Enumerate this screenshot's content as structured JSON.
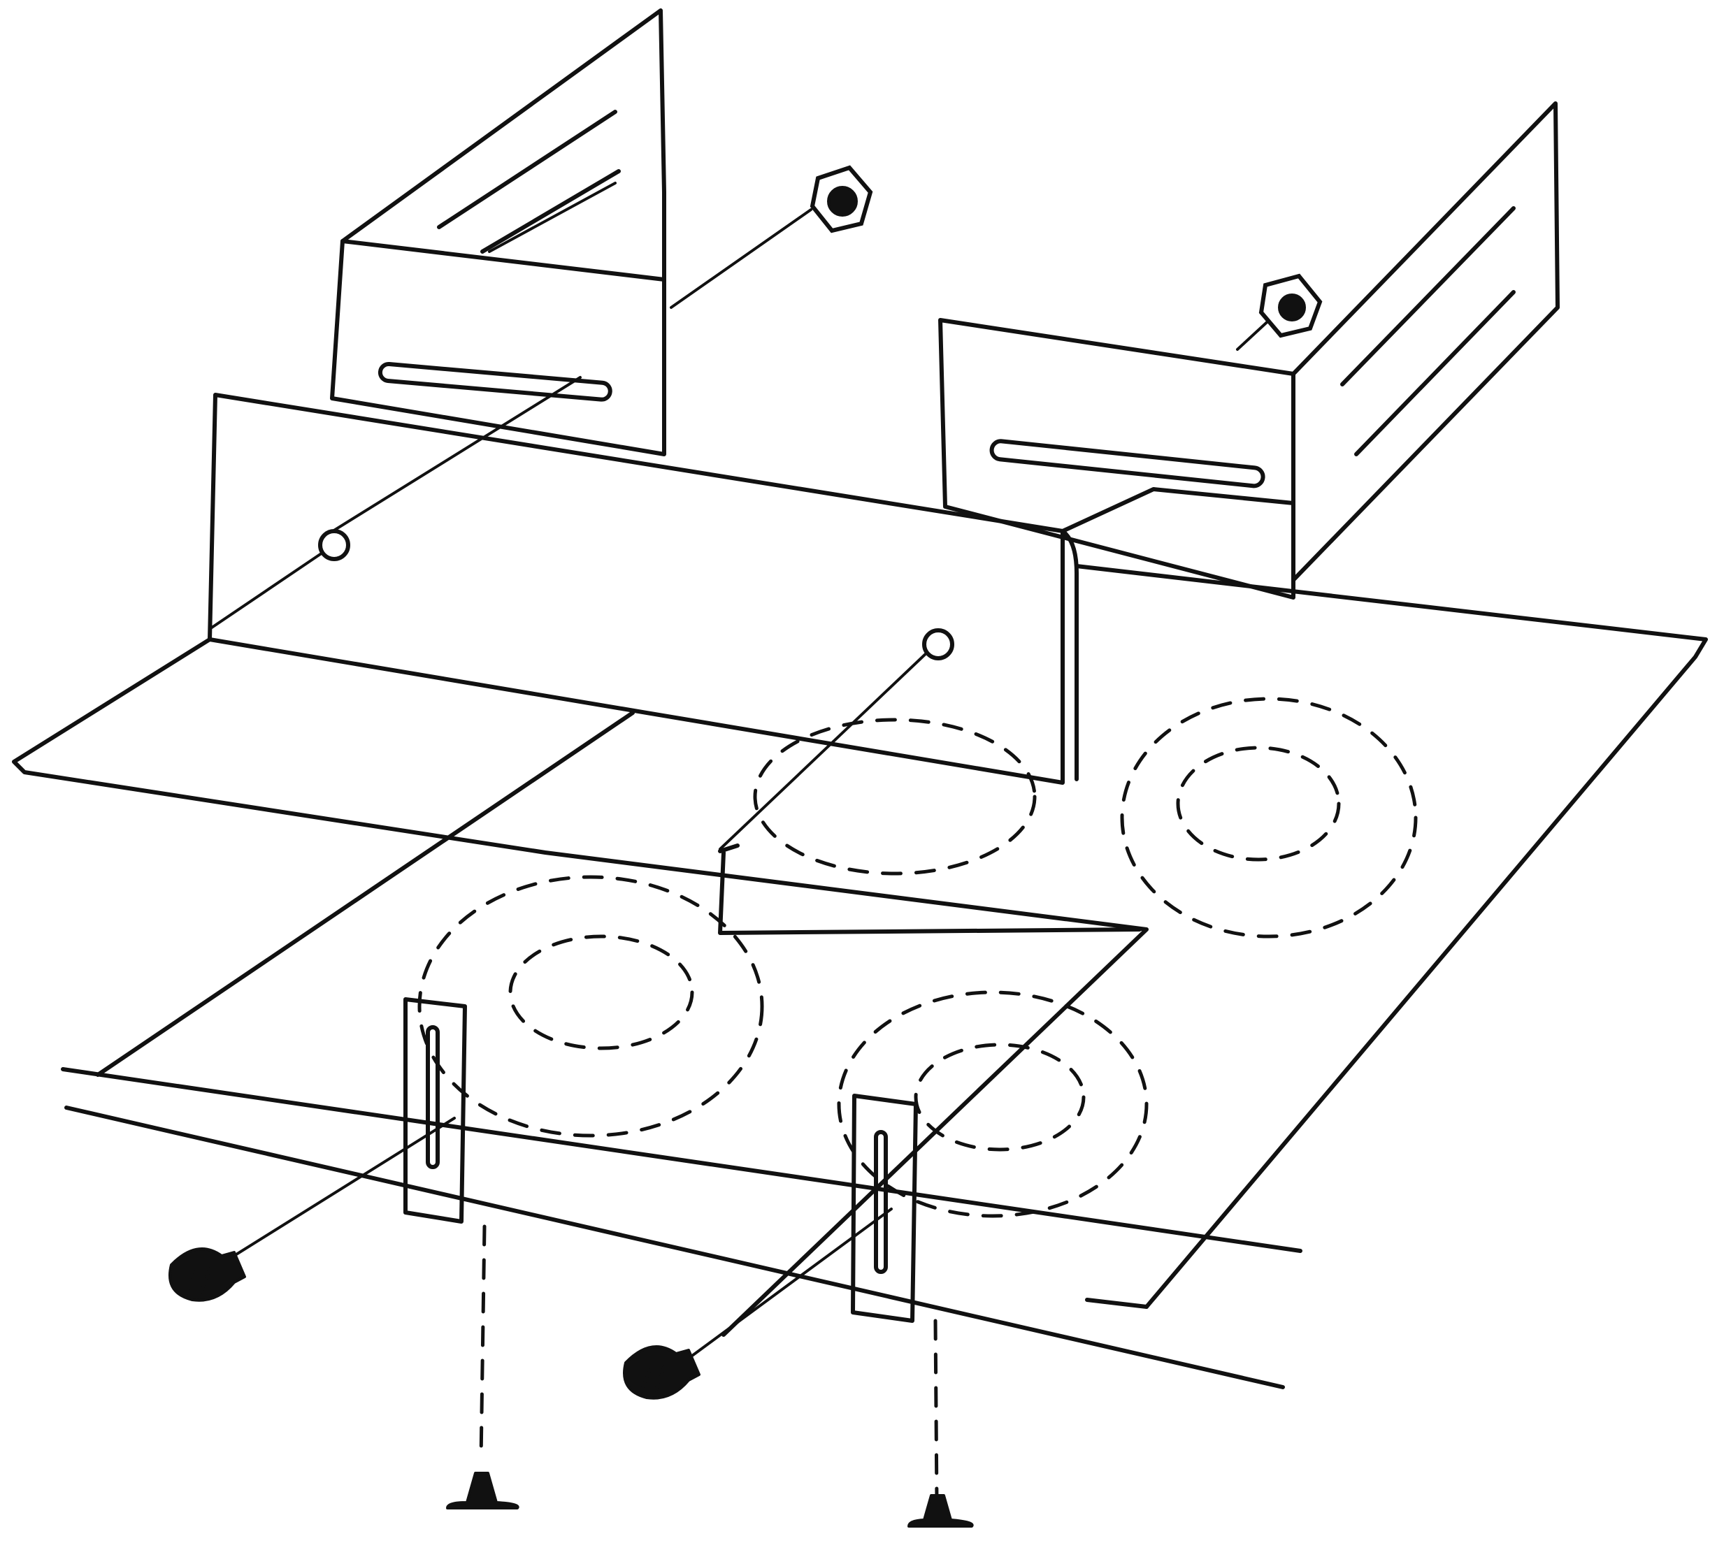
{
  "figure": {
    "style": "black line drawing on white",
    "ink_color": "#111111",
    "paper_color": "#ffffff",
    "parts": [
      {
        "name": "cooktop-panel",
        "icon": "flat-plate"
      },
      {
        "name": "rear-mounting-bracket-left",
        "icon": "slotted-angle-bracket"
      },
      {
        "name": "rear-mounting-bracket-right",
        "icon": "slotted-angle-bracket"
      },
      {
        "name": "front-mounting-clip-left",
        "icon": "slotted-clip"
      },
      {
        "name": "front-mounting-clip-right",
        "icon": "slotted-clip"
      },
      {
        "name": "wood-screw",
        "icon": "screw"
      },
      {
        "name": "hex-nut",
        "icon": "nut"
      },
      {
        "name": "washer",
        "icon": "washer"
      },
      {
        "name": "nail",
        "icon": "nail"
      },
      {
        "name": "burner-outline",
        "icon": "dashed-circle"
      }
    ]
  }
}
